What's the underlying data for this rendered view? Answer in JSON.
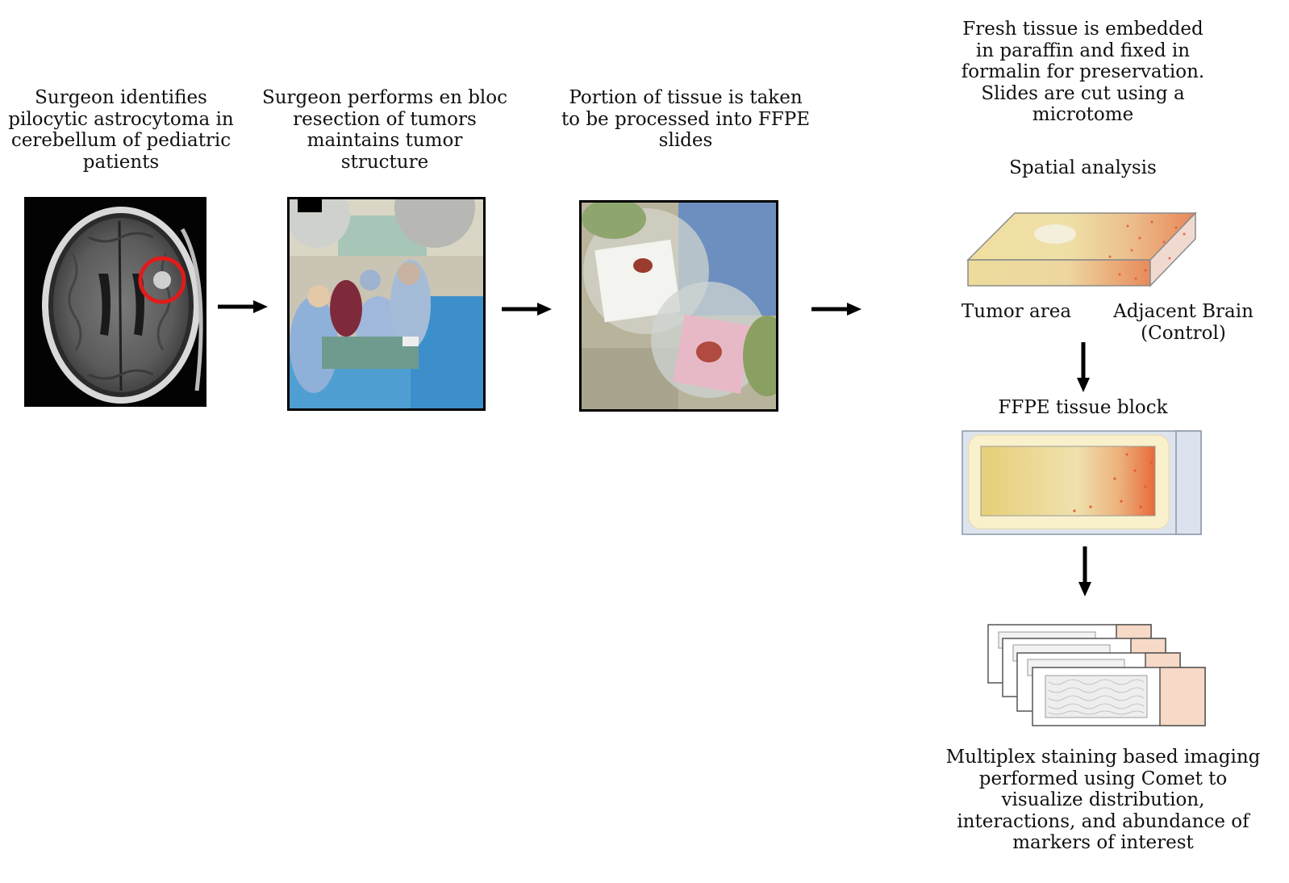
{
  "steps": [
    {
      "caption": "Surgeon identifies\npilocytic astrocytoma in\ncerebellum of pediatric\npatients"
    },
    {
      "caption": "Surgeon performs en bloc\nresection of tumors\nmaintains tumor\nstructure"
    },
    {
      "caption": "Portion of tissue is taken\nto be processed into FFPE\nslides"
    },
    {
      "caption": "Fresh tissue is embedded\nin paraffin and fixed in\nformalin for preservation.\nSlides are cut using a\nmicrotome"
    }
  ],
  "spatial": {
    "title": "Spatial analysis",
    "tumor_label": "Tumor area",
    "control_label": "Adjacent Brain\n(Control)"
  },
  "block": {
    "title": "FFPE tissue block"
  },
  "final": {
    "caption": "Multiplex staining based imaging\nperformed using Comet to\nvisualize distribution,\ninteractions, and abundance of\nmarkers of interest"
  },
  "colors": {
    "mri_ring": "#e01b1b",
    "tissue_tan": "#e9d58a",
    "tissue_orange": "#e8693a",
    "slide_label": "#f6d9c6",
    "slide_frame": "#dde4ee",
    "arrow": "#000000"
  }
}
